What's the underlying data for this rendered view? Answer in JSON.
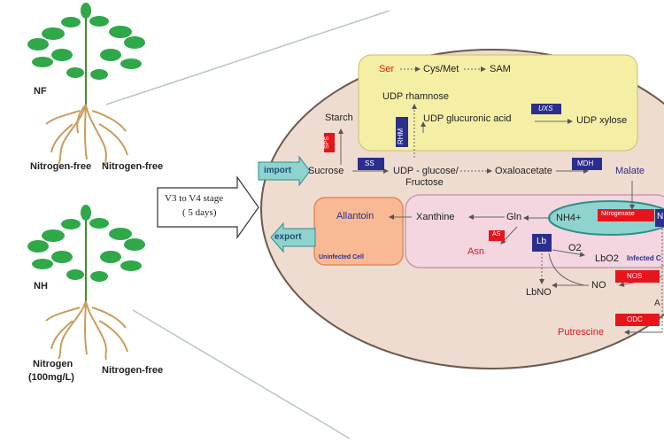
{
  "plants": {
    "top": {
      "label": "NF",
      "root_left": "Nitrogen-free",
      "root_right": "Nitrogen-free"
    },
    "bottom": {
      "label": "NH",
      "root_left_line1": "Nitrogen",
      "root_left_line2": "(100mg/L)",
      "root_right": "Nitrogen-free"
    }
  },
  "stage_arrow": {
    "line1": "V3 to V4  stage",
    "line2": "( 5 days)"
  },
  "cell": {
    "import_label": "import",
    "export_label": "export",
    "metabolites": {
      "ser": "Ser",
      "cys_met": "Cys/Met",
      "sam": "SAM",
      "udp_rhamnose": "UDP rhamnose",
      "udp_glucuronic": "UDP glucuronic acid",
      "udp_xylose": "UDP xylose",
      "starch": "Starch",
      "sucrose": "Sucrose",
      "udp_glucose": "UDP - glucose/",
      "fructose": "Fructose",
      "oxaloacetate": "Oxaloacetate",
      "malate": "Malate",
      "allantoin": "Allantoin",
      "uninfected_cell": "Uninfected Cell",
      "xanthine": "Xanthine",
      "gln": "Gln",
      "asn": "Asn",
      "nh4": "NH4+",
      "lb": "Lb",
      "o2": "O2",
      "lbo2": "LbO2",
      "infected_cell": "Infected C",
      "lbno": "LbNO",
      "no": "NO",
      "putrescine": "Putrescine",
      "n_cut": "N"
    },
    "enzymes": {
      "sps": "SPS",
      "rhm": "RHM",
      "uxs": "UXS",
      "ss": "SS",
      "mdh": "MDH",
      "nitrogenase": "Nitrogenase",
      "as": "AS",
      "nos": "NOS",
      "odc": "ODC",
      "a_cut": "A"
    }
  },
  "colors": {
    "cell_fill": "#efdcd0",
    "yellow_box": "#f5efa6",
    "pink_region": "#f3d6e0",
    "uninfected_fill": "#f9b995",
    "teal": "#8fd3cf",
    "enzyme_red": "#e8141c",
    "enzyme_blue": "#2b2e8c",
    "metabolite_red": "#e8141c",
    "metabolite_blue": "#2b2e8c"
  }
}
